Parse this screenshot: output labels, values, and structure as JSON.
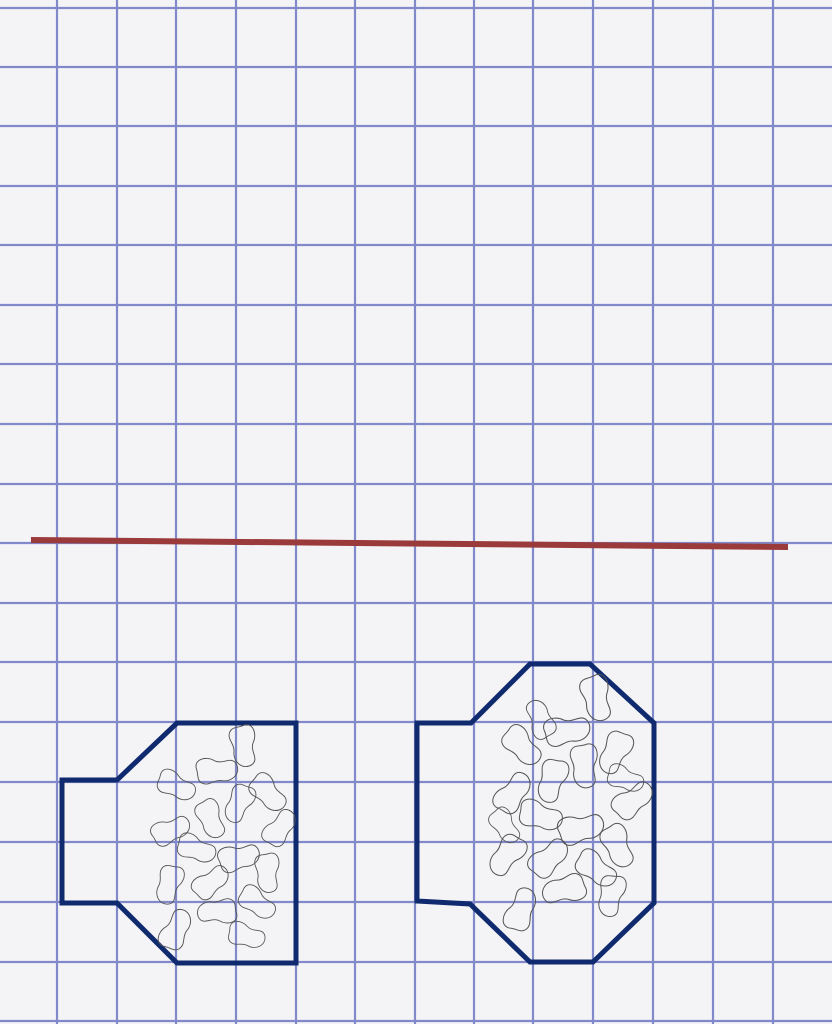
{
  "paper": {
    "background_color": "#f4f4f6",
    "grid_color": "#6f77c4",
    "grid_cells_across": 14,
    "grid_cells_down": 17
  },
  "divider": {
    "color": "#9b3a3a"
  },
  "shapes": [
    {
      "name": "left-hexagon",
      "outline_color": "#0f2a6e",
      "bean_count": 17
    },
    {
      "name": "right-octagon",
      "outline_color": "#0f2a6e",
      "bean_count": 20
    }
  ],
  "bean_outline_color": "#555555"
}
